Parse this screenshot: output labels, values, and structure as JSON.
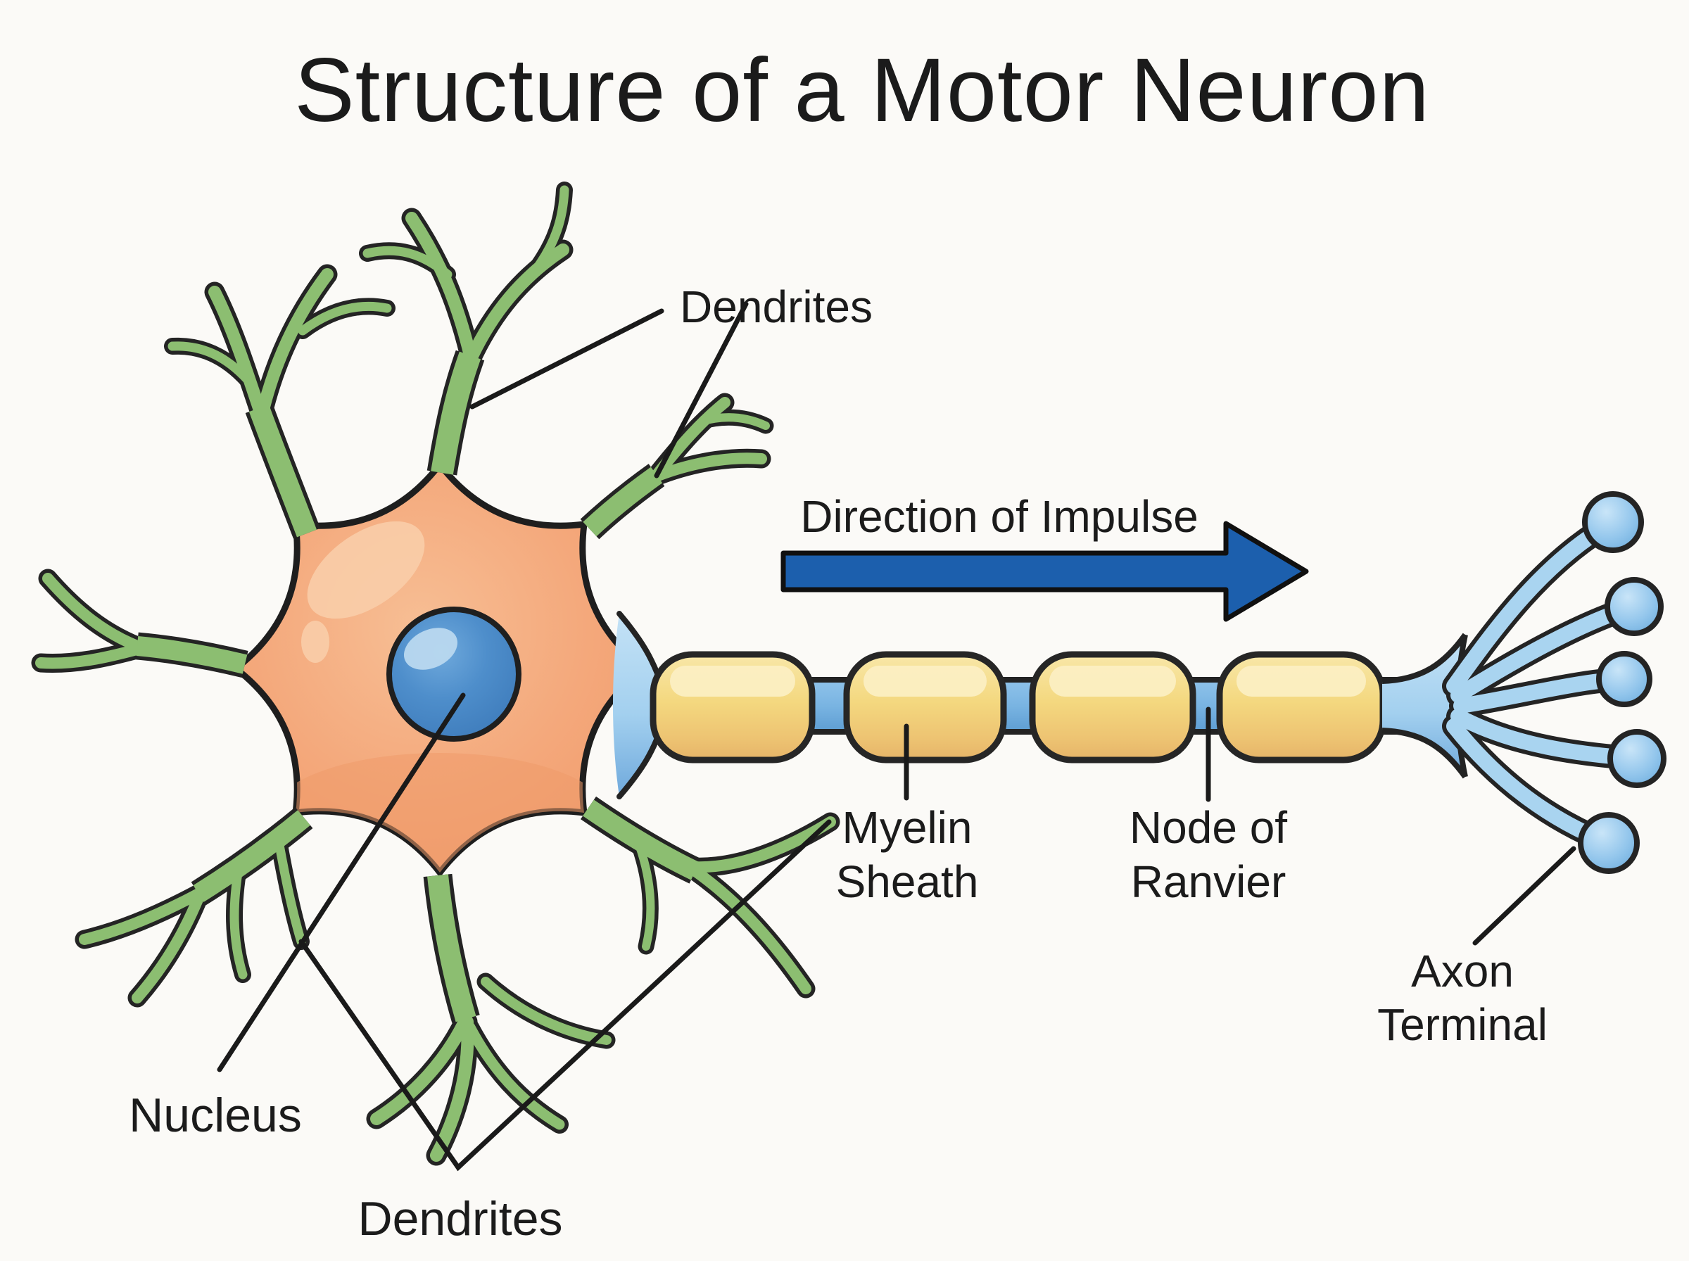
{
  "title": "Structure of a Motor Neuron",
  "labels": {
    "dendrites_top": "Dendrites",
    "direction_of_impulse": "Direction of Impulse",
    "myelin_line1": "Myelin",
    "myelin_line2": "Sheath",
    "node_line1": "Node of",
    "node_line2": "Ranvier",
    "axon_terminal_line1": "Axon",
    "axon_terminal_line2": "Terminal",
    "nucleus": "Nucleus",
    "dendrites_bottom": "Dendrites"
  },
  "colors": {
    "background": "#FBFAF7",
    "outline": "#232323",
    "soma_orange": "#F4A87B",
    "soma_highlight": "#F9CDA9",
    "nucleus_blue": "#4E8ECB",
    "nucleus_highlight": "#B9D8EF",
    "dendrite_green": "#8CBE71",
    "axon_blue": "#79B4E2",
    "axon_light_blue": "#A9D4F0",
    "myelin_yellow": "#F4D87F",
    "myelin_highlight": "#FCF0C4",
    "impulse_arrow_blue": "#1C5FAD",
    "label_text": "#1B1B1B"
  }
}
